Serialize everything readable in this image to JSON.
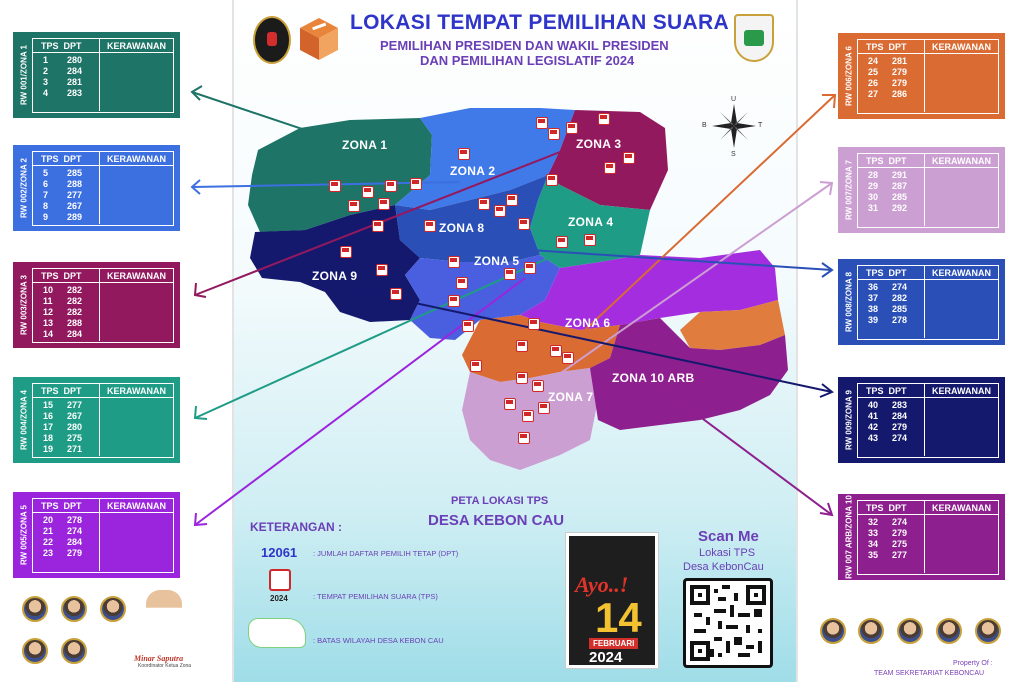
{
  "header": {
    "title": "LOKASI TEMPAT PEMILIHAN SUARA",
    "subtitle_line1": "PEMILIHAN PRESIDEN DAN WAKIL PRESIDEN",
    "subtitle_line2": "DAN PEMILIHAN LEGISLATIF 2024",
    "logos": [
      "kpu-logo",
      "ballot-box-logo",
      "tangerang-regency-logo"
    ]
  },
  "table_header": {
    "tps_dpt": "TPS  DPT",
    "kerawanan": "KERAWANAN"
  },
  "zones_left": [
    {
      "label": "RW 001/ZONA 1",
      "color": "#1e7466",
      "rows": [
        [
          "1",
          "280"
        ],
        [
          "2",
          "284"
        ],
        [
          "3",
          "281"
        ],
        [
          "4",
          "283"
        ]
      ]
    },
    {
      "label": "RW 002/ZONA 2",
      "color": "#3c6fe0",
      "rows": [
        [
          "5",
          "285"
        ],
        [
          "6",
          "288"
        ],
        [
          "7",
          "277"
        ],
        [
          "8",
          "267"
        ],
        [
          "9",
          "289"
        ]
      ]
    },
    {
      "label": "RW 003/ZONA 3",
      "color": "#93195f",
      "rows": [
        [
          "10",
          "282"
        ],
        [
          "11",
          "282"
        ],
        [
          "12",
          "282"
        ],
        [
          "13",
          "288"
        ],
        [
          "14",
          "284"
        ]
      ]
    },
    {
      "label": "RW 004/ZONA 4",
      "color": "#1f9c86",
      "rows": [
        [
          "15",
          "277"
        ],
        [
          "16",
          "267"
        ],
        [
          "17",
          "280"
        ],
        [
          "18",
          "275"
        ],
        [
          "19",
          "271"
        ]
      ]
    },
    {
      "label": "RW 005/ZONA 5",
      "color": "#9b25dc",
      "rows": [
        [
          "20",
          "278"
        ],
        [
          "21",
          "274"
        ],
        [
          "22",
          "284"
        ],
        [
          "23",
          "279"
        ]
      ]
    }
  ],
  "zones_right": [
    {
      "label": "RW 006/ZONA 6",
      "color": "#d96b33",
      "rows": [
        [
          "24",
          "281"
        ],
        [
          "25",
          "279"
        ],
        [
          "26",
          "279"
        ],
        [
          "27",
          "286"
        ]
      ]
    },
    {
      "label": "RW 007/ZONA 7",
      "color": "#cc9fd2",
      "rows": [
        [
          "28",
          "291"
        ],
        [
          "29",
          "287"
        ],
        [
          "30",
          "285"
        ],
        [
          "31",
          "292"
        ]
      ]
    },
    {
      "label": "RW 008/ZONA 8",
      "color": "#2a50b8",
      "rows": [
        [
          "36",
          "274"
        ],
        [
          "37",
          "282"
        ],
        [
          "38",
          "285"
        ],
        [
          "39",
          "278"
        ]
      ]
    },
    {
      "label": "RW 009/ZONA 9",
      "color": "#15196e",
      "rows": [
        [
          "40",
          "283"
        ],
        [
          "41",
          "284"
        ],
        [
          "42",
          "279"
        ],
        [
          "43",
          "274"
        ]
      ]
    },
    {
      "label": "RW 007 ARB/ZONA 10",
      "color": "#8e1f8e",
      "rows": [
        [
          "32",
          "274"
        ],
        [
          "33",
          "279"
        ],
        [
          "34",
          "275"
        ],
        [
          "35",
          "277"
        ]
      ]
    }
  ],
  "map": {
    "zone_labels": [
      "ZONA 1",
      "ZONA 2",
      "ZONA 3",
      "ZONA 4",
      "ZONA 5",
      "ZONA 6",
      "ZONA 7",
      "ZONA 8",
      "ZONA 9",
      "ZONA 10 ARB"
    ],
    "compass": {
      "n": "U",
      "s": "S",
      "w": "B",
      "e": "T"
    }
  },
  "map_title": {
    "line1": "PETA LOKASI TPS",
    "line2": "DESA KEBON CAU"
  },
  "legend": {
    "title": "KETERANGAN :",
    "dpt_value": "12061",
    "dpt_text": ": JUMLAH DAFTAR PEMILIH TETAP (DPT)",
    "tps_year": "2024",
    "tps_text": ": TEMPAT PEMILIHAN SUARA (TPS)",
    "area_text": ": BATAS WILAYAH DESA KEBON CAU"
  },
  "poster": {
    "word": "Ayo..!",
    "day": "14",
    "month": "FEBRUARI",
    "year": "2024"
  },
  "scan": {
    "title": "Scan Me",
    "line1": "Lokasi TPS",
    "line2": "Desa KebonCau"
  },
  "coordinator": {
    "name": "Minar Saputra",
    "role": "Koordinator Ketua Zona"
  },
  "property": {
    "line1": "Property Of :",
    "line2": "TEAM SEKRETARIAT KEBONCAU"
  }
}
